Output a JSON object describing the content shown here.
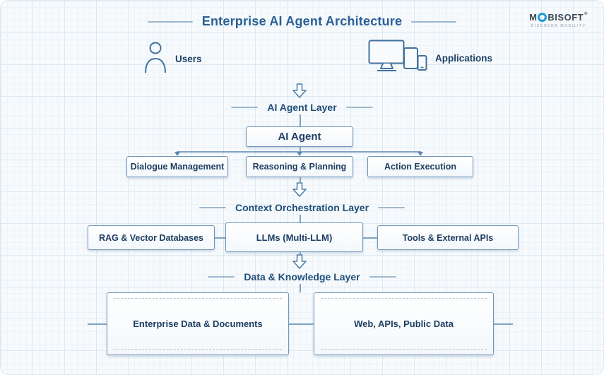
{
  "title": "Enterprise AI Agent Architecture",
  "logo": {
    "prefix": "M",
    "suffix": "BISOFT",
    "registered": "®",
    "tagline": "DISCOVER MOBILITY"
  },
  "actors": {
    "users_label": "Users",
    "applications_label": "Applications"
  },
  "icons": {
    "users": "person-icon",
    "applications": "devices-icon",
    "flow": "down-arrow-icon"
  },
  "agent_layer": {
    "heading": "AI Agent Layer",
    "root_node": "AI Agent",
    "nodes": [
      "Dialogue Management",
      "Reasoning & Planning",
      "Action Execution"
    ]
  },
  "context_layer": {
    "heading": "Context Orchestration Layer",
    "nodes": [
      "RAG & Vector Databases",
      "LLMs (Multi-LLM)",
      "Tools & External APIs"
    ]
  },
  "data_layer": {
    "heading": "Data & Knowledge Layer",
    "nodes": [
      "Enterprise Data & Documents",
      "Web, APIs, Public Data"
    ]
  },
  "colors": {
    "accent": "#1f4e79",
    "box_border": "#7096bd",
    "box_text": "#1d3f63",
    "logo_blue": "#1b9cd8"
  }
}
